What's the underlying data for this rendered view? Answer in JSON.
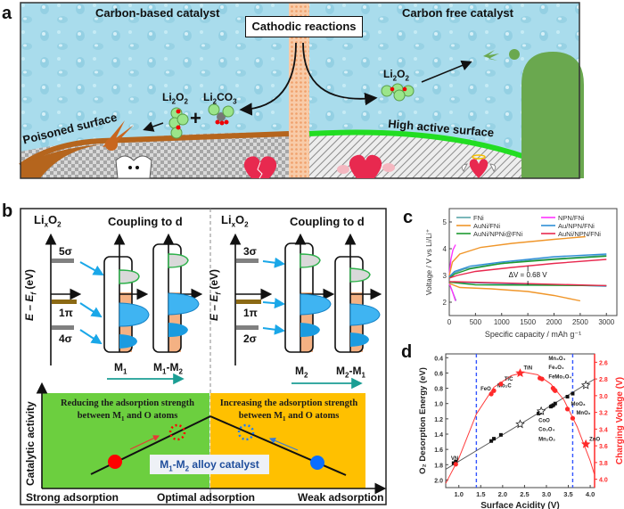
{
  "panel_labels": {
    "a": "a",
    "b": "b",
    "c": "c",
    "d": "d"
  },
  "panel_a": {
    "left_title": "Carbon-based catalyst",
    "right_title": "Carbon free catalyst",
    "center_box": "Cathodic reactions",
    "left_product_1": {
      "base": "Li",
      "sub1": "2",
      "mid": "O",
      "sub2": "2"
    },
    "left_product_2": {
      "base": "Li",
      "sub1": "2",
      "mid": "CO",
      "sub2": "3"
    },
    "plus": "+",
    "right_product": {
      "base": "Li",
      "sub1": "2",
      "mid": "O",
      "sub2": "2"
    },
    "left_surface_label": "Poisoned surface",
    "right_surface_label": "High active surface",
    "colors": {
      "sky": "#a9dcec",
      "poisoned": "#b5651d",
      "active": "#22dd22",
      "pillar": "#6aa84f",
      "separator": "#f4b183"
    }
  },
  "panel_b": {
    "left": {
      "species": {
        "base": "Li",
        "sub1": "x",
        "mid": "O",
        "sub2": "2"
      },
      "title": "Coupling to d",
      "levels": [
        "5σ",
        "1π",
        "4σ"
      ],
      "metals": [
        {
          "base": "M",
          "sub": "1"
        },
        {
          "base": "M",
          "sub": "1",
          "tail": "-M",
          "sub2": "2"
        }
      ]
    },
    "right": {
      "species": {
        "base": "Li",
        "sub1": "x",
        "mid": "O",
        "sub2": "2"
      },
      "title": "Coupling to d",
      "levels": [
        "3σ",
        "1π",
        "2σ"
      ],
      "metals": [
        {
          "base": "M",
          "sub": "2"
        },
        {
          "base": "M",
          "sub": "2",
          "tail": "-M",
          "sub2": "1"
        }
      ]
    },
    "y_axis": "E – E",
    "y_axis_sub": "f",
    "y_axis_unit": " (eV)",
    "volcano": {
      "y_label": "Catalytic activity",
      "left_text_1": "Reducing the adsorption strength",
      "left_text_2a": "between M",
      "left_text_2sub": "1",
      "left_text_2b": " and O atoms",
      "right_text_1": "Increasing the adsorption strength",
      "right_text_2a": "between M",
      "right_text_2sub": "1",
      "right_text_2b": " and O atoms",
      "badge_a": "M",
      "badge_sub1": "1",
      "badge_b": "-M",
      "badge_sub2": "2",
      "badge_c": " alloy catalyst",
      "x_labels": [
        "Strong adsorption",
        "Optimal adsorption",
        "Weak adsorption"
      ],
      "colors": {
        "left_bg": "#6ccf3f",
        "right_bg": "#ffc000",
        "left_dot": "#ff0000",
        "right_dot": "#0070ff"
      }
    }
  },
  "chart_data": [
    {
      "type": "line",
      "panel": "c",
      "title": "",
      "xlabel": "Specific capacity / mAh g⁻¹",
      "ylabel": "Voltage / V vs Li/Li⁺",
      "xlim": [
        0,
        3200
      ],
      "ylim": [
        1.5,
        5.5
      ],
      "xticks": [
        0,
        500,
        1000,
        1500,
        2000,
        2500,
        3000
      ],
      "yticks": [
        2,
        3,
        4,
        5
      ],
      "legend": "top",
      "annotation": "ΔV = 0.68 V",
      "series": [
        {
          "name": "FNi",
          "color": "#5aa5a8",
          "charge": [
            [
              0,
              2.95
            ],
            [
              100,
              3.1
            ],
            [
              300,
              3.25
            ],
            [
              800,
              3.4
            ],
            [
              1500,
              3.55
            ],
            [
              2200,
              3.65
            ],
            [
              3000,
              3.75
            ]
          ],
          "discharge": [
            [
              0,
              2.7
            ],
            [
              60,
              2.4
            ],
            [
              130,
              2.05
            ]
          ]
        },
        {
          "name": "NPN/FNi",
          "color": "#ff33ff",
          "charge": [
            [
              0,
              3.0
            ],
            [
              30,
              3.6
            ],
            [
              70,
              3.95
            ],
            [
              120,
              4.15
            ]
          ],
          "discharge": [
            [
              0,
              2.7
            ],
            [
              60,
              2.4
            ],
            [
              120,
              2.05
            ]
          ]
        },
        {
          "name": "AuNi/FNi",
          "color": "#f0962a",
          "charge": [
            [
              0,
              3.0
            ],
            [
              60,
              3.5
            ],
            [
              200,
              3.8
            ],
            [
              600,
              4.05
            ],
            [
              1200,
              4.2
            ],
            [
              2000,
              4.35
            ],
            [
              2600,
              4.45
            ]
          ],
          "discharge": [
            [
              0,
              2.7
            ],
            [
              200,
              2.55
            ],
            [
              800,
              2.5
            ],
            [
              1500,
              2.4
            ],
            [
              2000,
              2.25
            ],
            [
              2500,
              2.05
            ]
          ]
        },
        {
          "name": "Au/NPN/FNi",
          "color": "#2f8fd6",
          "charge": [
            [
              0,
              2.95
            ],
            [
              100,
              3.15
            ],
            [
              400,
              3.35
            ],
            [
              1000,
              3.5
            ],
            [
              2000,
              3.7
            ],
            [
              3000,
              3.8
            ]
          ],
          "discharge": [
            [
              0,
              2.75
            ],
            [
              3000,
              2.6
            ]
          ]
        },
        {
          "name": "AuNi/NPNi@FNi",
          "color": "#1e9a30",
          "charge": [
            [
              0,
              2.9
            ],
            [
              100,
              3.05
            ],
            [
              400,
              3.25
            ],
            [
              1000,
              3.45
            ],
            [
              2000,
              3.6
            ],
            [
              3000,
              3.72
            ]
          ],
          "discharge": [
            [
              0,
              2.75
            ],
            [
              500,
              2.65
            ],
            [
              3000,
              2.62
            ]
          ]
        },
        {
          "name": "AuNi/NPN/FNi",
          "color": "#e8294f",
          "charge": [
            [
              0,
              2.9
            ],
            [
              150,
              3.0
            ],
            [
              500,
              3.15
            ],
            [
              1200,
              3.3
            ],
            [
              2000,
              3.45
            ],
            [
              3000,
              3.6
            ]
          ],
          "discharge": [
            [
              0,
              2.77
            ],
            [
              3000,
              2.62
            ]
          ]
        }
      ]
    },
    {
      "type": "scatter",
      "panel": "d",
      "title": "",
      "xlabel": "Surface Acidity (V)",
      "ylabel": "O₂ Desorption Energy (eV)",
      "y2label": "Charging Voltage (V)",
      "xlim": [
        0.7,
        4.1
      ],
      "ylim": [
        2.1,
        0.35
      ],
      "y2lim": [
        4.1,
        2.5
      ],
      "xticks": [
        1.0,
        1.5,
        2.0,
        2.5,
        3.0,
        3.5,
        4.0
      ],
      "yticks": [
        0.4,
        0.6,
        0.8,
        1.0,
        1.2,
        1.4,
        1.6,
        1.8,
        2.0
      ],
      "y2ticks": [
        2.6,
        2.8,
        3.0,
        3.2,
        3.4,
        3.6,
        3.8,
        4.0
      ],
      "vlines": [
        1.4,
        3.6
      ],
      "desorption_fit": {
        "x": [
          0.7,
          4.1
        ],
        "y": [
          1.86,
          0.68
        ]
      },
      "desorption_points": [
        {
          "x": 0.88,
          "y": 1.78,
          "marker": "square"
        },
        {
          "x": 0.93,
          "y": 1.76,
          "marker": "square"
        },
        {
          "x": 1.74,
          "y": 1.49,
          "marker": "square"
        },
        {
          "x": 1.8,
          "y": 1.46,
          "marker": "square"
        },
        {
          "x": 1.96,
          "y": 1.41,
          "marker": "square"
        },
        {
          "x": 2.4,
          "y": 1.27,
          "marker": "star"
        },
        {
          "x": 2.82,
          "y": 1.13,
          "marker": "square"
        },
        {
          "x": 2.85,
          "y": 1.12,
          "marker": "square"
        },
        {
          "x": 2.88,
          "y": 1.1,
          "marker": "star"
        },
        {
          "x": 3.1,
          "y": 1.04,
          "marker": "square"
        },
        {
          "x": 3.13,
          "y": 1.03,
          "marker": "square"
        },
        {
          "x": 3.16,
          "y": 1.02,
          "marker": "square"
        },
        {
          "x": 3.2,
          "y": 1.0,
          "marker": "square"
        },
        {
          "x": 3.48,
          "y": 0.91,
          "marker": "square"
        },
        {
          "x": 3.6,
          "y": 0.87,
          "marker": "square"
        },
        {
          "x": 3.9,
          "y": 0.76,
          "marker": "star"
        }
      ],
      "voltage_curve": {
        "x": [
          0.7,
          1.0,
          1.4,
          1.8,
          2.2,
          2.5,
          2.8,
          3.1,
          3.4,
          3.7,
          4.0,
          4.1
        ],
        "y": [
          4.05,
          3.75,
          3.22,
          2.9,
          2.76,
          2.72,
          2.75,
          2.86,
          3.05,
          3.37,
          3.78,
          3.95
        ]
      },
      "voltage_points": [
        {
          "x": 0.93,
          "y": 3.82,
          "marker": "circle",
          "label": ""
        },
        {
          "x": 1.74,
          "y": 2.98,
          "marker": "circle",
          "label": "FeO"
        },
        {
          "x": 1.8,
          "y": 2.94,
          "marker": "circle",
          "label": "Mo₂C"
        },
        {
          "x": 1.96,
          "y": 2.86,
          "marker": "circle",
          "label": "TiC"
        },
        {
          "x": 2.4,
          "y": 2.73,
          "marker": "star",
          "label": "TiN"
        },
        {
          "x": 2.85,
          "y": 2.79,
          "marker": "circle",
          "label": ""
        },
        {
          "x": 2.9,
          "y": 2.8,
          "marker": "circle",
          "label": ""
        },
        {
          "x": 3.15,
          "y": 2.91,
          "marker": "circle",
          "label": ""
        },
        {
          "x": 3.18,
          "y": 2.93,
          "marker": "circle",
          "label": ""
        },
        {
          "x": 3.2,
          "y": 2.94,
          "marker": "circle",
          "label": ""
        },
        {
          "x": 3.48,
          "y": 3.16,
          "marker": "circle",
          "label": "MoO₃"
        },
        {
          "x": 3.6,
          "y": 3.27,
          "marker": "circle",
          "label": "MnO₂"
        },
        {
          "x": 3.9,
          "y": 3.58,
          "marker": "star",
          "label": "ZnO"
        }
      ],
      "text_labels": [
        {
          "text": "VN",
          "x": 0.82,
          "y": 1.74,
          "axis": "left"
        },
        {
          "text": "Mn₃O₄",
          "x": 3.05,
          "y": 0.43,
          "axis": "left"
        },
        {
          "text": "Fe₃O₄",
          "x": 3.05,
          "y": 0.55,
          "axis": "left"
        },
        {
          "text": "FeMo₂O₄",
          "x": 3.05,
          "y": 0.67,
          "axis": "left"
        },
        {
          "text": "CoO",
          "x": 2.82,
          "y": 1.24,
          "axis": "left"
        },
        {
          "text": "Co₃O₄",
          "x": 2.82,
          "y": 1.36,
          "axis": "left"
        },
        {
          "text": "Mn₂O₃",
          "x": 2.82,
          "y": 1.49,
          "axis": "left"
        }
      ],
      "colors": {
        "left_axis": "#222222",
        "right_axis": "#ff2a2a",
        "vline": "#3355ff"
      }
    }
  ]
}
